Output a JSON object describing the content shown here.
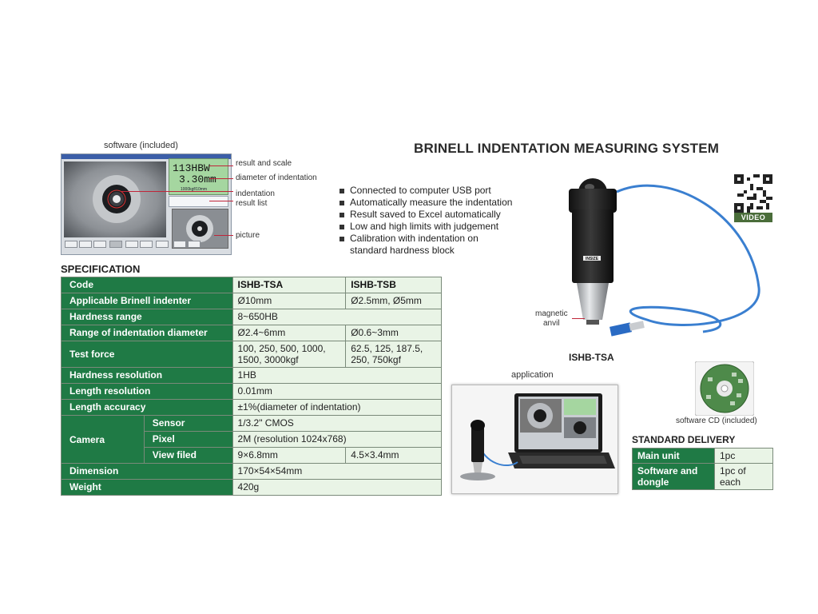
{
  "software": {
    "caption": "software (included)",
    "display_value": "113HBW",
    "display_diameter": "3.30mm",
    "display_sub": "1000kgf/10mm",
    "callouts": {
      "result_scale": "result and scale",
      "diameter": "diameter of indentation",
      "indentation": "indentation",
      "result_list": "result list",
      "picture": "picture"
    }
  },
  "title": "BRINELL INDENTATION MEASURING SYSTEM",
  "features": [
    "Connected to computer USB port",
    "Automatically measure the indentation",
    "Result saved to Excel automatically",
    "Low and high limits with judgement",
    "Calibration with indentation on standard hardness block"
  ],
  "qr_label": "VIDEO",
  "spec": {
    "title": "SPECIFICATION",
    "code_label": "Code",
    "col_a": "ISHB-TSA",
    "col_b": "ISHB-TSB",
    "rows": [
      {
        "label": "Applicable Brinell indenter",
        "a": "Ø10mm",
        "b": "Ø2.5mm, Ø5mm"
      },
      {
        "label": "Hardness range",
        "a": "8~650HB"
      },
      {
        "label": "Range of indentation diameter",
        "a": "Ø2.4~6mm",
        "b": "Ø0.6~3mm"
      },
      {
        "label": "Test force",
        "a": "100, 250, 500, 1000, 1500, 3000kgf",
        "b": "62.5, 125, 187.5, 250, 750kgf"
      },
      {
        "label": "Hardness resolution",
        "a": "1HB"
      },
      {
        "label": "Length resolution",
        "a": "0.01mm"
      },
      {
        "label": "Length accuracy",
        "a": "±1%(diameter of indentation)"
      }
    ],
    "camera": {
      "label": "Camera",
      "sensor_label": "Sensor",
      "sensor": "1/3.2\" CMOS",
      "pixel_label": "Pixel",
      "pixel": "2M (resolution 1024x768)",
      "view_label": "View filed",
      "view_a": "9×6.8mm",
      "view_b": "4.5×3.4mm"
    },
    "dimension_label": "Dimension",
    "dimension": "170×54×54mm",
    "weight_label": "Weight",
    "weight": "420g"
  },
  "device": {
    "model": "ISHB-TSA",
    "magnetic_line1": "magnetic",
    "magnetic_line2": "anvil",
    "brand": "INSIZE"
  },
  "application_caption": "application",
  "cd_caption": "software CD (included)",
  "standard_delivery": {
    "title": "STANDARD DELIVERY",
    "rows": [
      {
        "label": "Main unit",
        "value": "1pc"
      },
      {
        "label": "Software and dongle",
        "value": "1pc of each"
      }
    ]
  },
  "colors": {
    "table_label_bg": "#1f7a45",
    "table_value_bg": "#e9f4e6",
    "cable": "#3a7fd0",
    "callout": "#c0263a"
  }
}
